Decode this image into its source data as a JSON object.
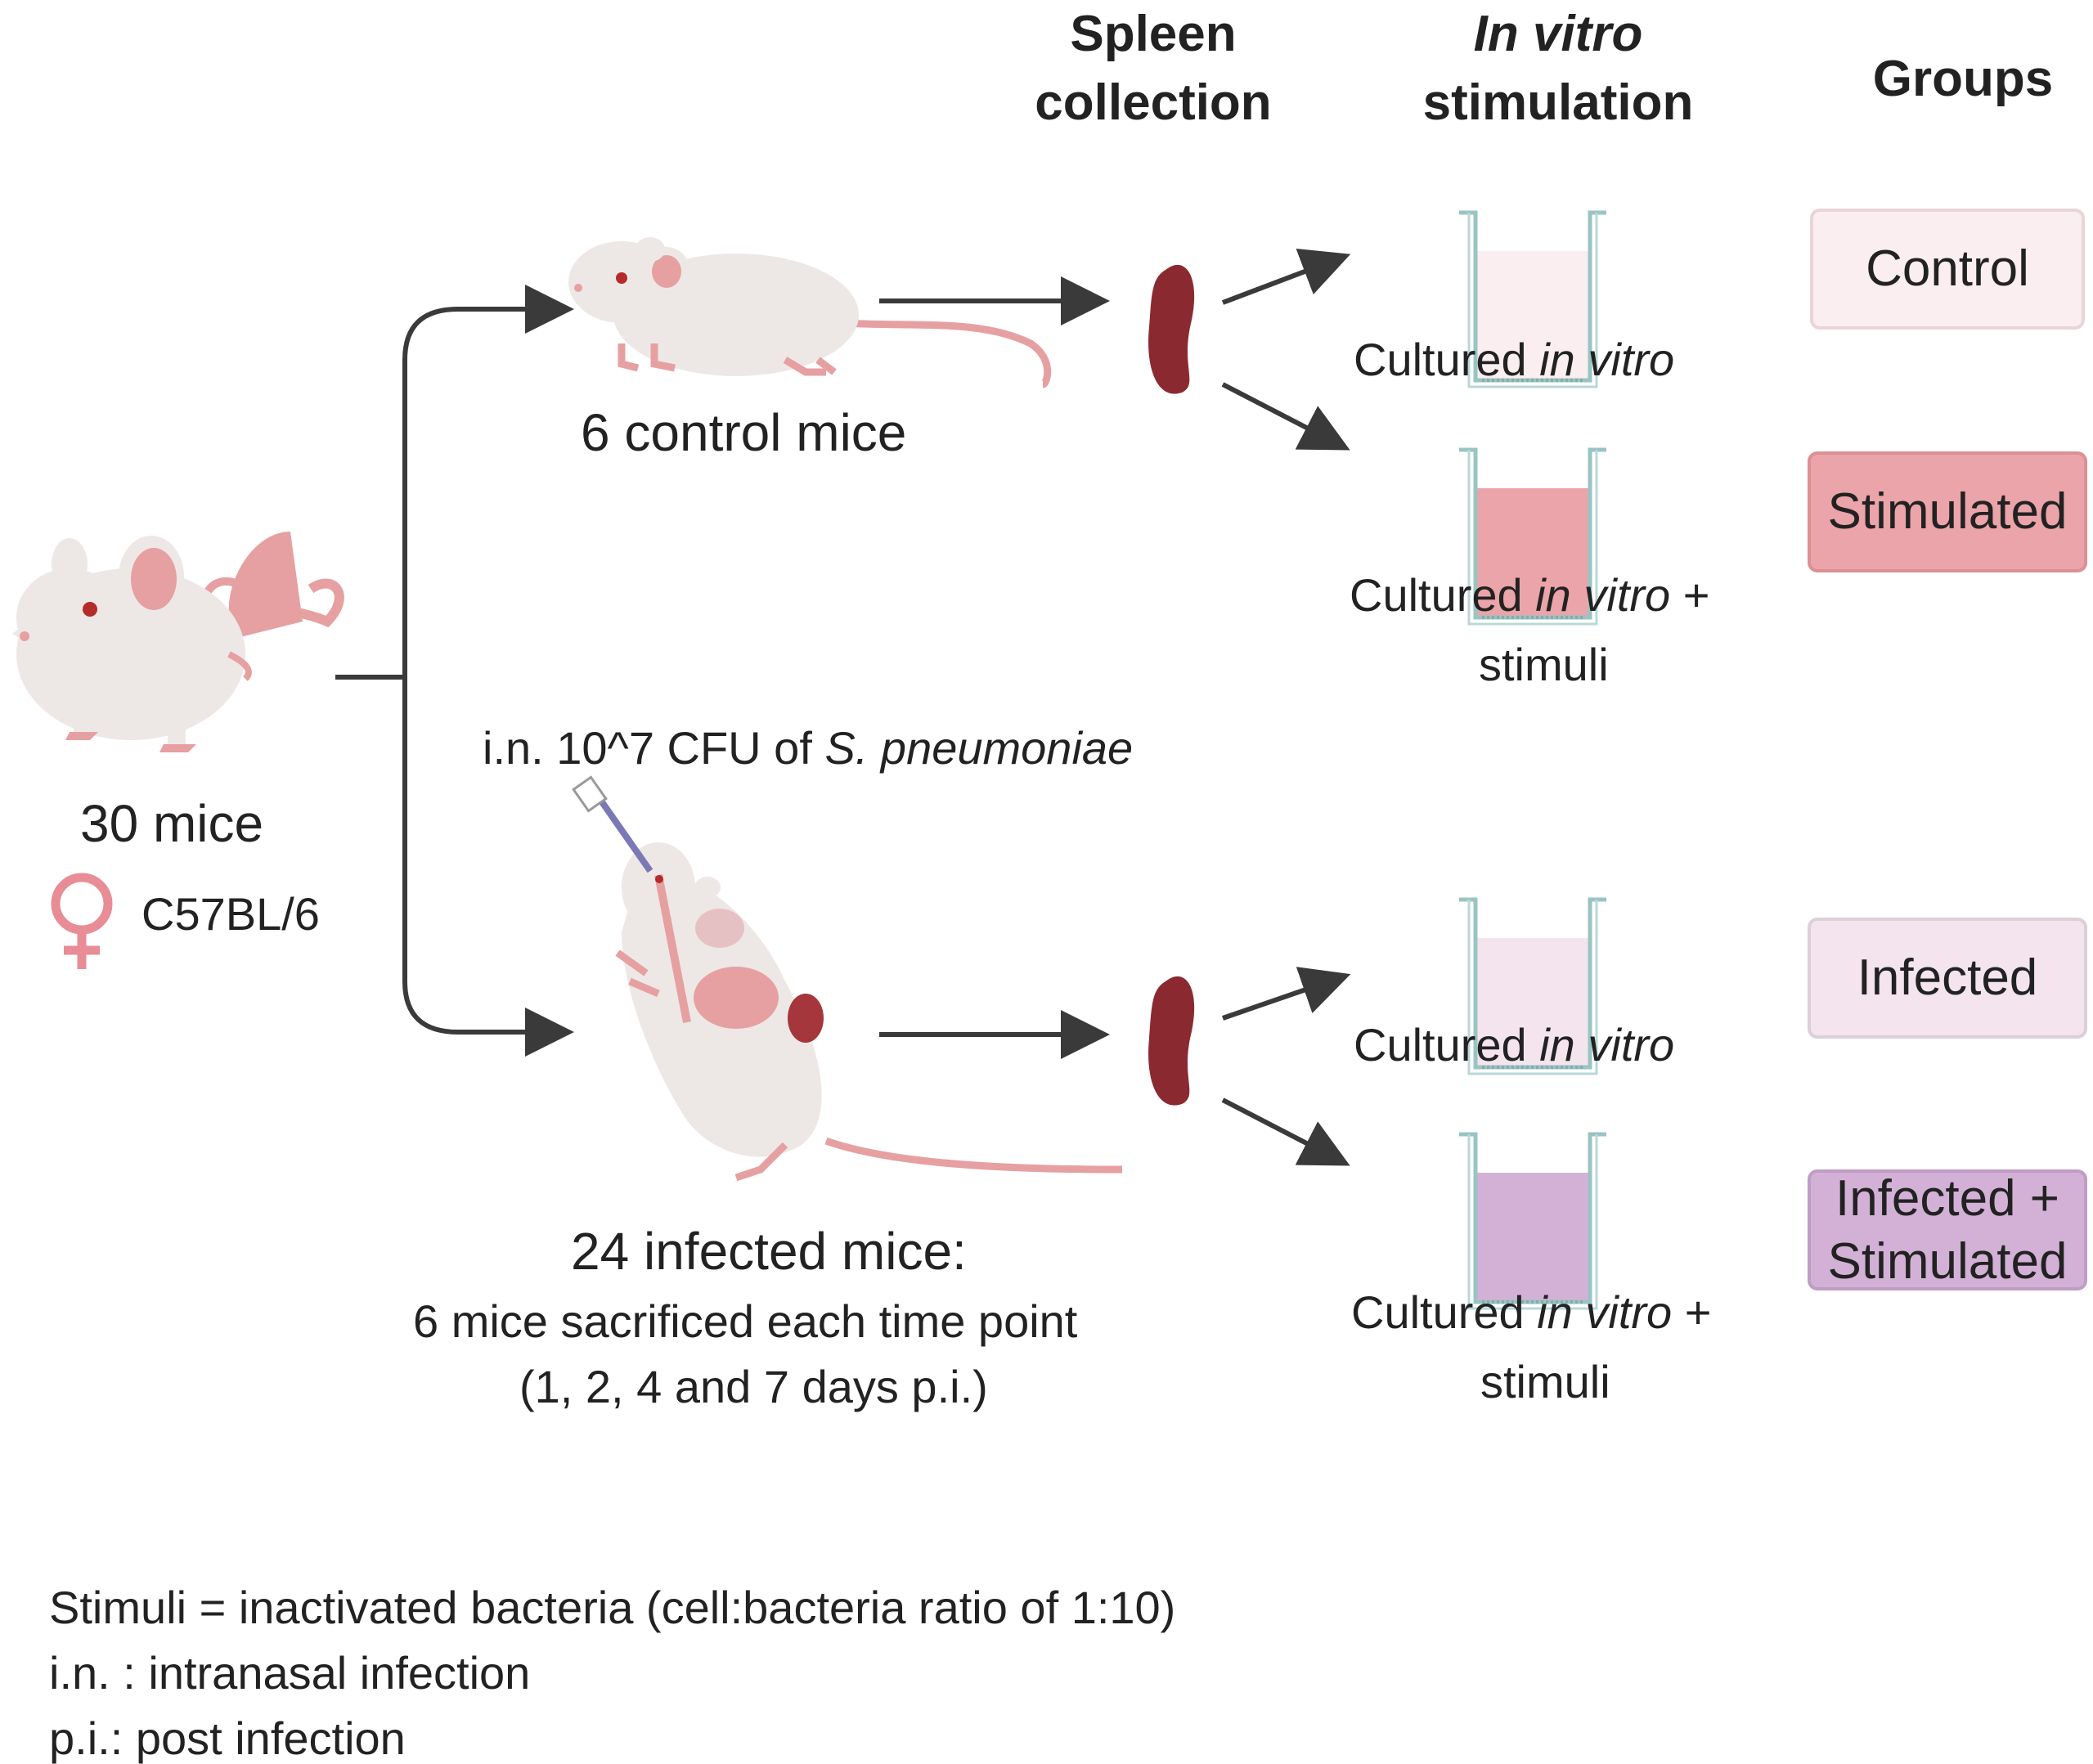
{
  "headers": {
    "spleen_line1": "Spleen",
    "spleen_line2": "collection",
    "invitro_line1": "In vitro",
    "invitro_line2": "stimulation",
    "groups": "Groups"
  },
  "left": {
    "mice_count": "30 mice",
    "strain": "C57BL/6"
  },
  "control_branch": {
    "label": "6 control mice"
  },
  "infected_branch": {
    "infection": "i.n. 10^7 CFU of",
    "species": "S. pneumoniae",
    "label": "24 infected mice:",
    "detail_1": "6 mice sacrificed each time point",
    "detail_2": "(1, 2, 4 and 7 days p.i.)"
  },
  "culture": {
    "cultured": "Cultured",
    "in_vitro": "in vitro",
    "plus": "+",
    "stimuli": "stimuli"
  },
  "groups": {
    "control": "Control",
    "stimulated": "Stimulated",
    "infected": "Infected",
    "infected_stim_1": "Infected +",
    "infected_stim_2": "Stimulated"
  },
  "legend": {
    "line_1": "Stimuli = inactivated bacteria (cell:bacteria ratio of 1:10)",
    "line_2": "i.n. : intranasal infection",
    "line_3": "p.i.: post infection"
  },
  "colors": {
    "control_fill": "#fbeef0",
    "stimulated_fill": "#eba4a9",
    "infected_fill": "#f3e4ee",
    "infected_stim_fill": "#d3b1d6",
    "spleen": "#8a2a30",
    "arrow": "#3a3a3a",
    "mouse_body": "#ede8e5",
    "mouse_pink": "#e6a0a2"
  }
}
